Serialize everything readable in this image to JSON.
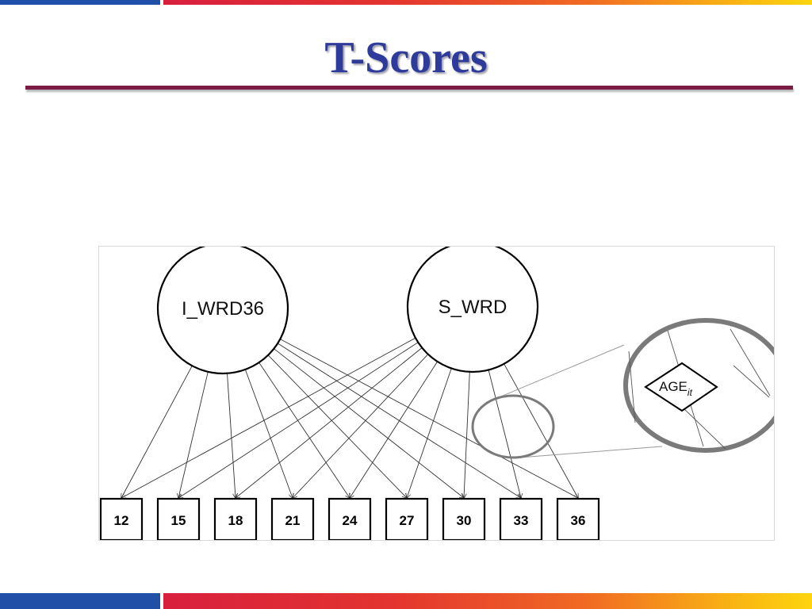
{
  "slide": {
    "title": "T-Scores"
  },
  "diagram": {
    "latent_factors": [
      {
        "id": "intercept",
        "label": "I_WRD36"
      },
      {
        "id": "slope",
        "label": "S_WRD"
      }
    ],
    "observed_indicators": [
      "12",
      "15",
      "18",
      "21",
      "24",
      "27",
      "30",
      "33",
      "36"
    ],
    "definition_variable": {
      "label": "AGE",
      "subscript": "it"
    },
    "colors": {
      "line": "#333333",
      "magnifier": "#7a7a7a",
      "title": "#2e3b9a",
      "rule": "#7a1a45"
    }
  }
}
